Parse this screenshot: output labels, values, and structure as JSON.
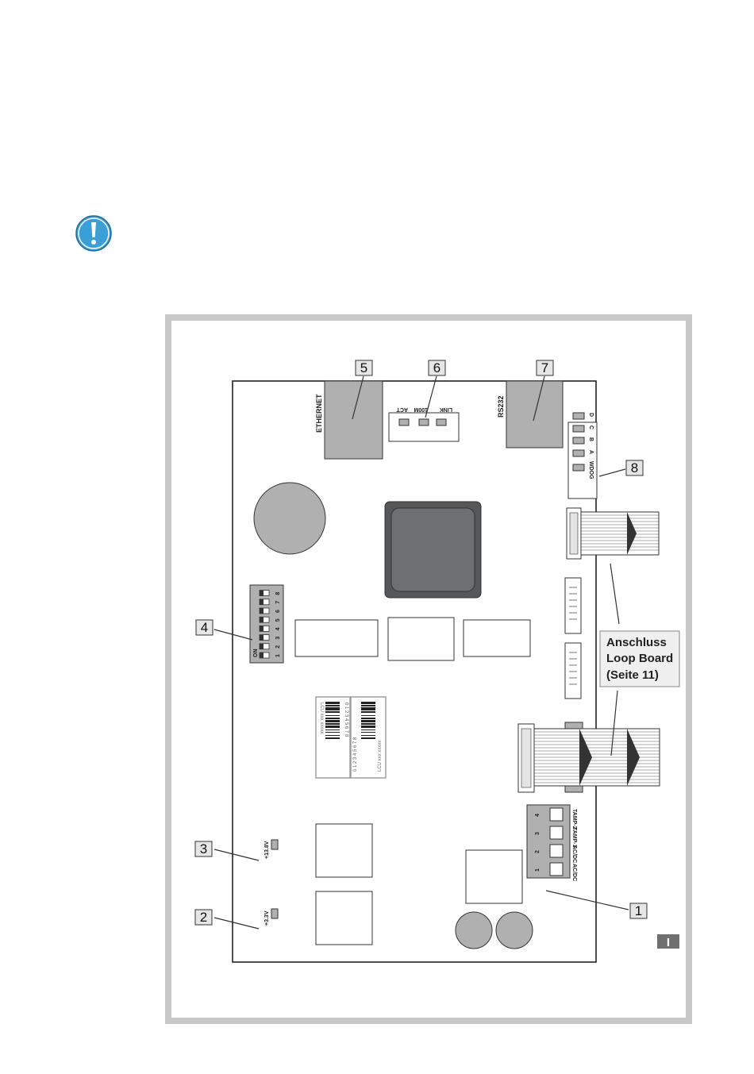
{
  "callouts": {
    "c1": "1",
    "c2": "2",
    "c3": "3",
    "c4": "4",
    "c5": "5",
    "c6": "6",
    "c7": "7",
    "c8": "8"
  },
  "labels": {
    "ethernet": "ETHERNET",
    "rs232": "RS232",
    "act": "ACT",
    "m100": "100M",
    "link": "LINK",
    "wdog": "WDOG",
    "a": "A",
    "b": "B",
    "c": "C",
    "d": "D",
    "v138": "+13.8V",
    "v33": "+3.3V",
    "tamp2": "TAMP-2",
    "tamp1": "TAMP-1",
    "acdc": "AC/DC",
    "on": "ON",
    "dip_numbers": [
      "1",
      "2",
      "3",
      "4",
      "5",
      "6",
      "7",
      "8"
    ],
    "terminal_numbers": [
      "1",
      "2",
      "3",
      "4"
    ],
    "label_lcu": "LCU xxx xxxxx",
    "label_digits": "0 1 2 3 4 5 6 7 8"
  },
  "note": {
    "line1": "Anschluss",
    "line2": "Loop Board",
    "line3": "(Seite 11)"
  },
  "page_tab": "I",
  "icons": {
    "warning": "exclamation-icon"
  },
  "colors": {
    "icon_blue": "#3a9fd6",
    "frame_gray": "#c8c8c8",
    "component_gray": "#b0b0b0",
    "chip_dark": "#6d6f71"
  }
}
